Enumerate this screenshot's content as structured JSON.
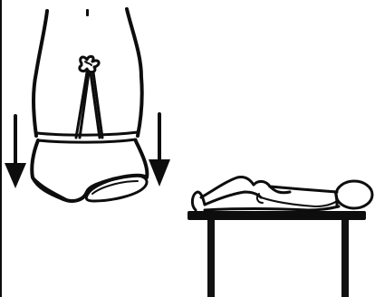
{
  "figure": {
    "panels": [
      {
        "id": "undress-lower-body",
        "arrows": [
          "down",
          "down"
        ]
      },
      {
        "id": "lie-supine-on-table"
      }
    ],
    "colors": {
      "ink": "#0d0d0d",
      "background": "#ffffff",
      "table_legs": "#111111"
    }
  }
}
